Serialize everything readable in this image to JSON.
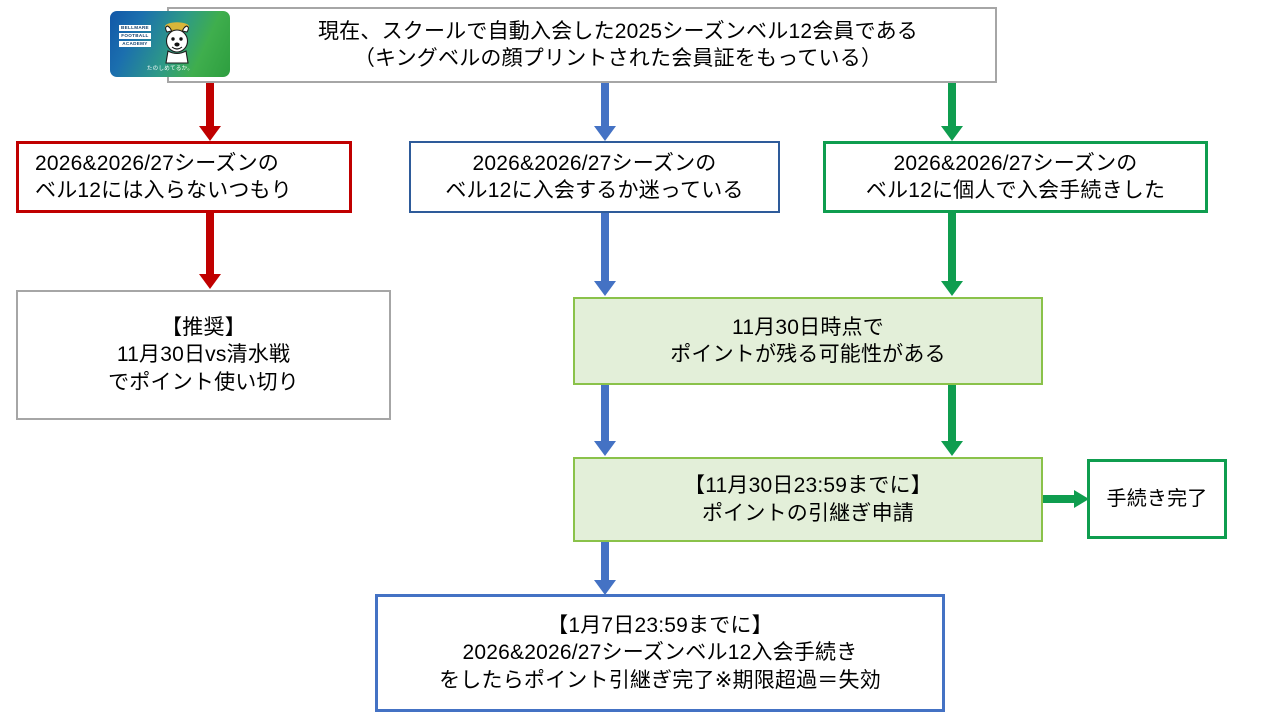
{
  "diagram": {
    "title_node": {
      "text": "現在、スクールで自動入会した2025シーズンベル12会員である\n（キングベルの顔プリントされた会員証をもっている）"
    },
    "member_card": {
      "logo_lines": [
        "BELLMARE",
        "FOOTBALL",
        "ACADEMY"
      ],
      "tagline": "たのしめてるか。"
    },
    "options": [
      {
        "id": "opt-no",
        "text": "2026&2026/27シーズンの\nベル12には入らないつもり",
        "border_color": "#c00000"
      },
      {
        "id": "opt-unsure",
        "text": "2026&2026/27シーズンの\nベル12に入会するか迷っている",
        "border_color": "#2e5b9a"
      },
      {
        "id": "opt-done",
        "text": "2026&2026/27シーズンの\nベル12に個人で入会手続きした",
        "border_color": "#0f9d4f"
      }
    ],
    "recommend": {
      "text": "【推奨】\n11月30日vs清水戦\nでポイント使い切り",
      "border_color": "#a6a6a6"
    },
    "points_left": {
      "text": "11月30日時点で\nポイントが残る可能性がある",
      "border_color": "#8ac24a",
      "fill_color": "#e3efd9"
    },
    "transfer_apply": {
      "text": "【11月30日23:59までに】\nポイントの引継ぎ申請",
      "border_color": "#8ac24a",
      "fill_color": "#e3efd9"
    },
    "complete": {
      "text": "手続き完了",
      "border_color": "#0f9d4f"
    },
    "final": {
      "text": "【1月7日23:59までに】\n2026&2026/27シーズンベル12入会手続き\nをしたらポイント引継ぎ完了※期限超過＝失効",
      "border_color": "#4472c4"
    },
    "colors": {
      "red": "#c00000",
      "blue": "#4472c4",
      "green": "#0f9d4f",
      "light_green_fill": "#e3efd9",
      "light_green_border": "#8ac24a",
      "gray": "#a6a6a6"
    }
  }
}
